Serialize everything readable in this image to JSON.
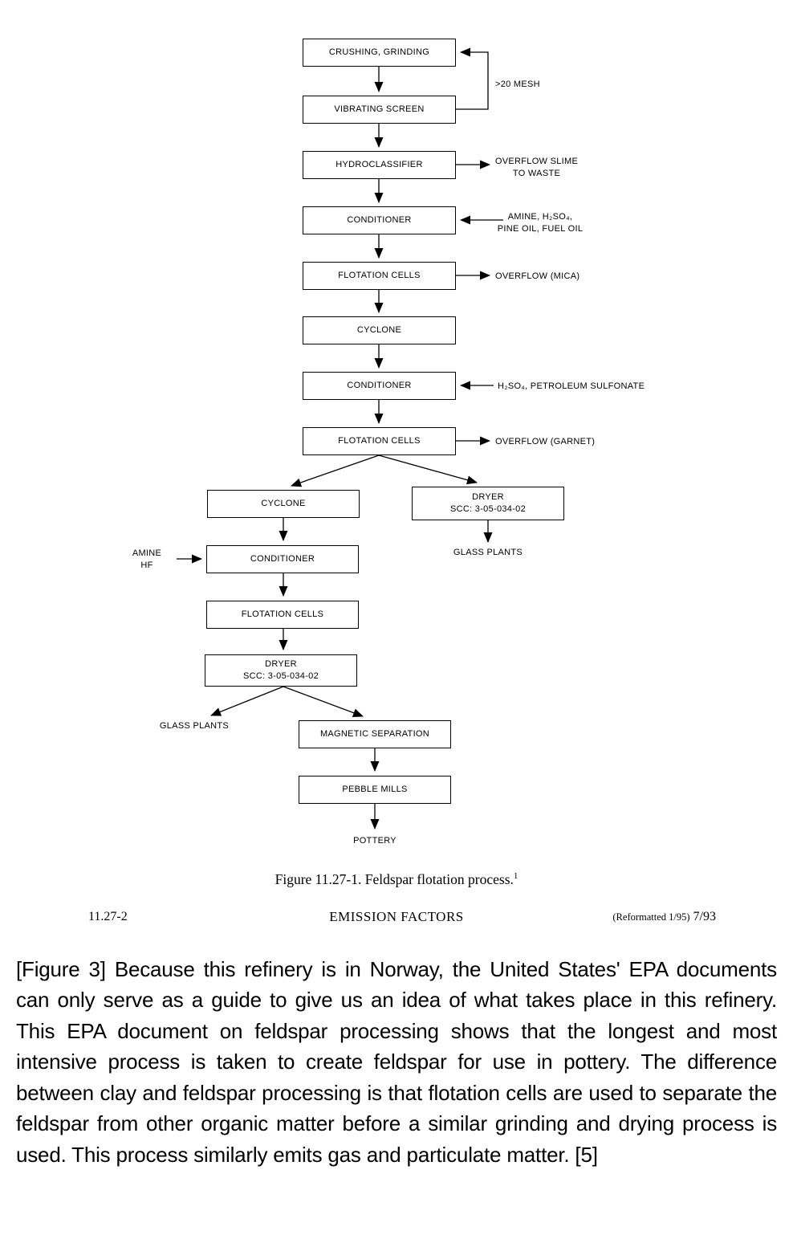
{
  "flowchart": {
    "nodes": [
      {
        "label": "CRUSHING, GRINDING"
      },
      {
        "label": "VIBRATING SCREEN"
      },
      {
        "label": "HYDROCLASSIFIER"
      },
      {
        "label": "CONDITIONER"
      },
      {
        "label": "FLOTATION CELLS"
      },
      {
        "label": "CYCLONE"
      },
      {
        "label": "CONDITIONER"
      },
      {
        "label": "FLOTATION CELLS"
      },
      {
        "label": "CYCLONE"
      },
      {
        "label": "DRYER\nSCC:  3-05-034-02"
      },
      {
        "label": "CONDITIONER"
      },
      {
        "label": "FLOTATION CELLS"
      },
      {
        "label": "DRYER\nSCC:  3-05-034-02"
      },
      {
        "label": "MAGNETIC SEPARATION"
      },
      {
        "label": "PEBBLE MILLS"
      }
    ],
    "annotations": {
      "mesh": ">20 MESH",
      "overflow_slime": "OVERFLOW SLIME\nTO WASTE",
      "amine_pine": "AMINE, H₂SO₄,\nPINE OIL, FUEL OIL",
      "overflow_mica": "OVERFLOW (MICA)",
      "h2so4_petroleum": "H₂SO₄, PETROLEUM SULFONATE",
      "overflow_garnet": "OVERFLOW (GARNET)",
      "amine_hf": "AMINE\nHF",
      "glass_plants_right": "GLASS PLANTS",
      "glass_plants_left": "GLASS PLANTS",
      "pottery": "POTTERY"
    }
  },
  "caption": {
    "text": "Figure 11.27-1.  Feldspar flotation process.",
    "footnote": "1"
  },
  "footer": {
    "page_number": "11.27-2",
    "title": "EMISSION FACTORS",
    "reformatted": "(Reformatted 1/95)",
    "date": "7/93"
  },
  "commentary": {
    "text": "[Figure 3] Because this refinery is in Norway, the United States' EPA documents can only serve as a guide to give us an idea of what takes place in this refinery. This EPA document on feldspar processing shows that the longest and most intensive process is taken to create feldspar for use in pottery. The difference between clay and feldspar processing is that flotation cells are used to separate the feldspar from other organic matter before a similar grinding and drying process is used. This process similarly emits gas and particulate matter. [5]"
  }
}
